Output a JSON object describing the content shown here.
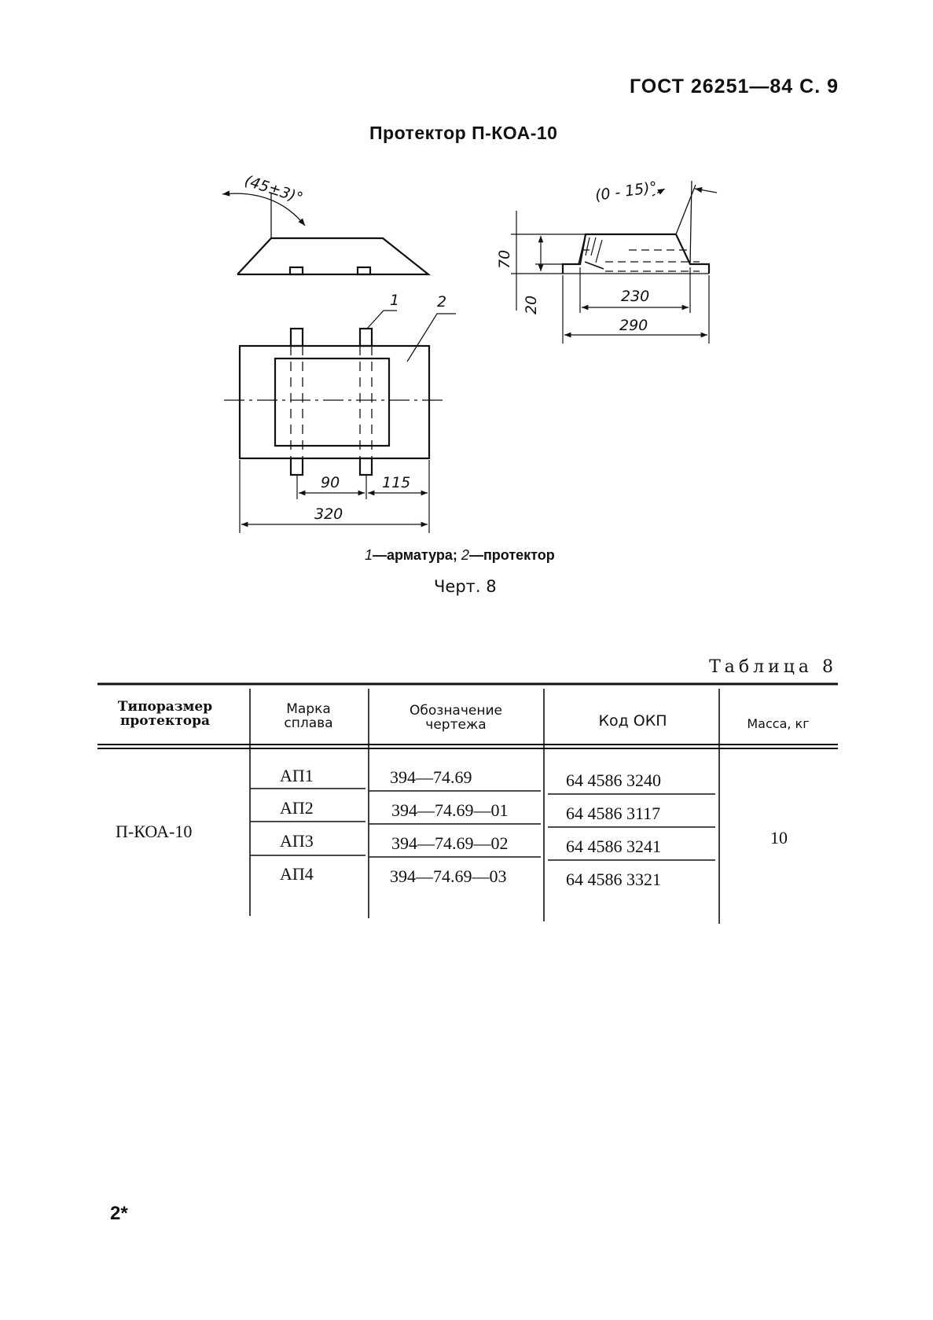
{
  "header": {
    "doc_ref": "ГОСТ 26251—84 С. 9"
  },
  "figure": {
    "title": "Протектор П-КОА-10",
    "angle_left": "(45±3)°",
    "angle_right": "(0 - 15)°",
    "dim_70": "70",
    "dim_20": "20",
    "dim_230": "230",
    "dim_290": "290",
    "dim_90": "90",
    "dim_115": "115",
    "dim_320": "320",
    "callout_1": "1",
    "callout_2": "2",
    "legend": {
      "n1": "1",
      "t1": "—арматура; ",
      "n2": "2",
      "t2": "—протектор"
    },
    "caption": "Черт. 8"
  },
  "table": {
    "label": "Таблица 8",
    "headers": {
      "size_l1": "Типоразмер",
      "size_l2": "протектора",
      "alloy_l1": "Марка",
      "alloy_l2": "сплава",
      "drawing_l1": "Обозначение",
      "drawing_l2": "чертежа",
      "okp": "Код ОКП",
      "mass": "Масса, кг"
    },
    "size": "П-КОА-10",
    "mass": "10",
    "rows": [
      {
        "alloy": "АП1",
        "drawing": "394—74.69",
        "okp": "64 4586 3240"
      },
      {
        "alloy": "АП2",
        "drawing": "394—74.69—01",
        "okp": "64 4586 3117"
      },
      {
        "alloy": "АП3",
        "drawing": "394—74.69—02",
        "okp": "64 4586 3241"
      },
      {
        "alloy": "АП4",
        "drawing": "394—74.69—03",
        "okp": "64 4586 3321"
      }
    ]
  },
  "footer": {
    "mark": "2*"
  }
}
